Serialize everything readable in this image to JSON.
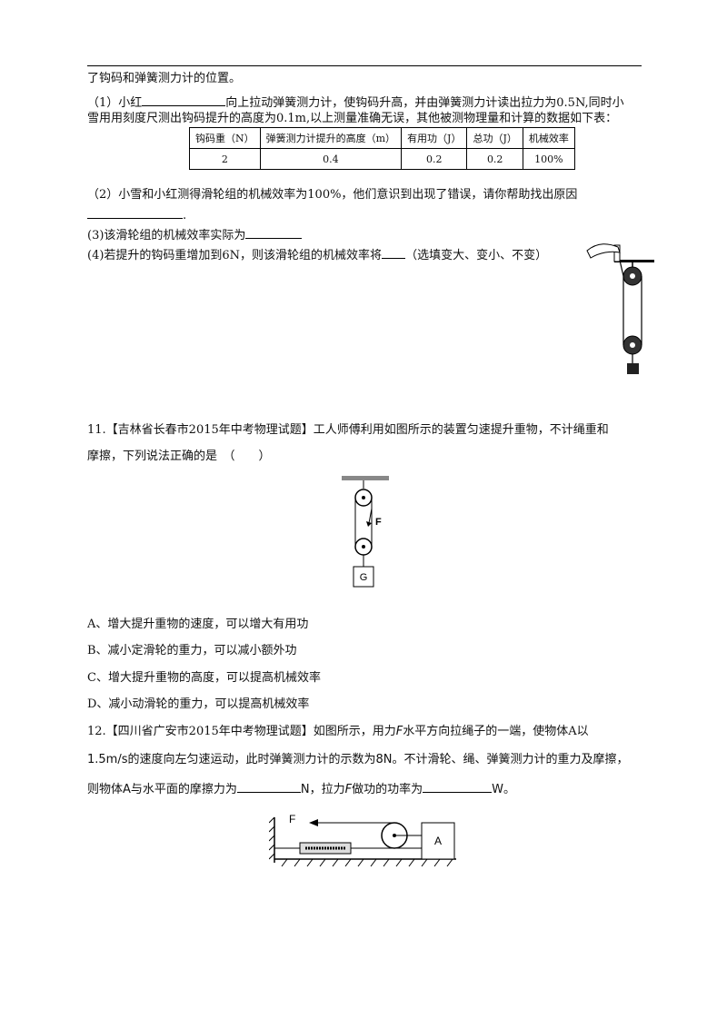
{
  "section_prev": {
    "intro": "了钩码和弹簧测力计的位置。",
    "q1_a": "（1）小红",
    "q1_b": "向上拉动弹簧测力计，使钩码升高，并由弹簧测力计读出拉力为0.5N,同时小",
    "q1_c": "雪用用刻度尺测出钩码提升的高度为0.1m,以上测量准确无误，其他被测物理量和计算的数据如下表：",
    "table": {
      "headers": [
        "钩码重（N）",
        "弹簧测力计提升的高度（m）",
        "有用功（J）",
        "总功（J）",
        "机械效率"
      ],
      "row": [
        "2",
        "0.4",
        "0.2",
        "0.2",
        "100%"
      ]
    },
    "q2": "（2）小雪和小红测得滑轮组的机械效率为100%，他们意识到出现了错误，请你帮助找出原因",
    "q2_end": ".",
    "q3": "(3)该滑轮组的机械效率实际为",
    "q4_a": "(4)若提升的钩码重增加到6N，则该滑轮组的机械效率将",
    "q4_b": "（选填变大、变小、不变）"
  },
  "q11": {
    "line1": "11.【吉林省长春市2015年中考物理试题】工人师傅利用如图所示的装置匀速提升重物，不计绳重和",
    "line2": "摩擦，下列说法正确的是　（　　）",
    "fig_F": "F",
    "fig_G": "G",
    "options": [
      "A、增大提升重物的速度，可以增大有用功",
      "B、减小定滑轮的重力，可以减小额外功",
      "C、增大提升重物的高度，可以提高机械效率",
      "D、减小动滑轮的重力，可以提高机械效率"
    ]
  },
  "q12": {
    "l1_a": "12.【四川省广安市2015年中考物理试题】如图所示，用力",
    "l1_F": "F",
    "l1_b": "水平方向拉绳子的一端，使物体A以",
    "l2": "1.5m/s的速度向左匀速运动，此时弹簧测力计的示数为8N。不计滑轮、绳、弹簧测力计的重力及摩擦，",
    "l3_a": "则物体A与水平面的摩擦力为",
    "l3_b": "N，拉力",
    "l3_F": "F",
    "l3_c": "做功的功率为",
    "l3_d": "W。",
    "fig_F": "F",
    "fig_A": "A"
  }
}
